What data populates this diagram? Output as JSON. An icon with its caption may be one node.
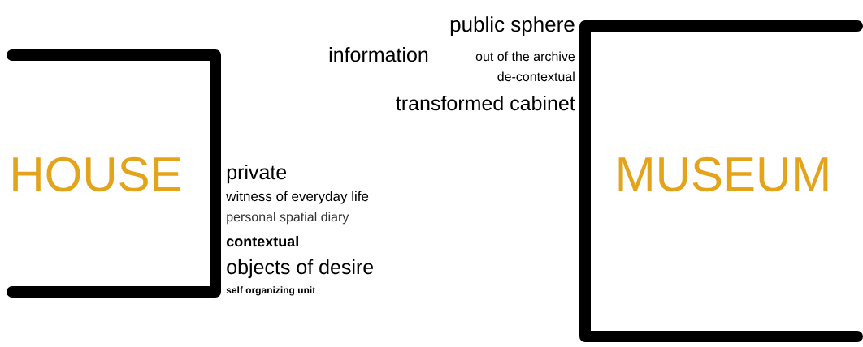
{
  "diagram": {
    "nodes": [
      {
        "text": [
          "HOUSE"
        ],
        "beside": [
          "private",
          "witness of everyday life",
          "personal spatial diary",
          "contextual",
          "objects of desire",
          "self organizing unit"
        ]
      },
      {
        "text": [
          "MUSEUM"
        ],
        "beside": [
          "public sphere",
          "information",
          "out of the archive",
          "de-contextual",
          "transformed cabinet"
        ]
      }
    ]
  }
}
